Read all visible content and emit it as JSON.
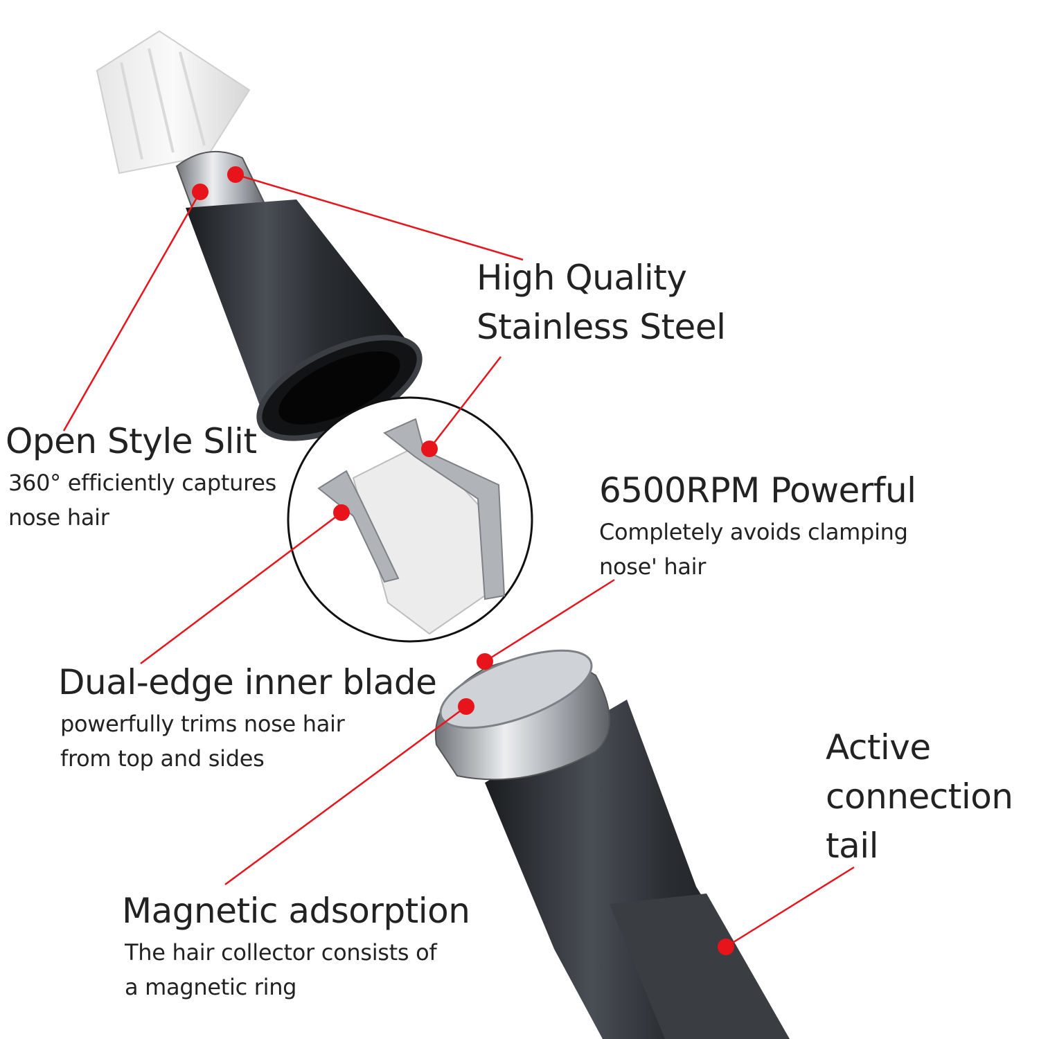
{
  "labels": {
    "high_quality": {
      "title": [
        "High Quality",
        "Stainless Steel"
      ]
    },
    "open_slit": {
      "title": "Open Style Slit",
      "desc": [
        "360° efficiently captures",
        "nose hair"
      ]
    },
    "rpm": {
      "title": "6500RPM Powerful",
      "desc": [
        "Completely avoids clamping",
        "nose' hair"
      ]
    },
    "dual_blade": {
      "title": "Dual-edge inner blade",
      "desc": [
        "powerfully trims nose hair",
        "from top and sides"
      ]
    },
    "active_tail": {
      "title": [
        "Active",
        "connection",
        "tail"
      ]
    },
    "magnetic": {
      "title": "Magnetic adsorption",
      "desc": [
        "The hair collector consists of",
        "a magnetic ring"
      ]
    }
  },
  "icons": [
    "callout-dot-icon"
  ],
  "colors": {
    "callout": "#e8141b",
    "body": "#2b2e33",
    "steel": "#b9bcc0",
    "text": "#222222"
  }
}
